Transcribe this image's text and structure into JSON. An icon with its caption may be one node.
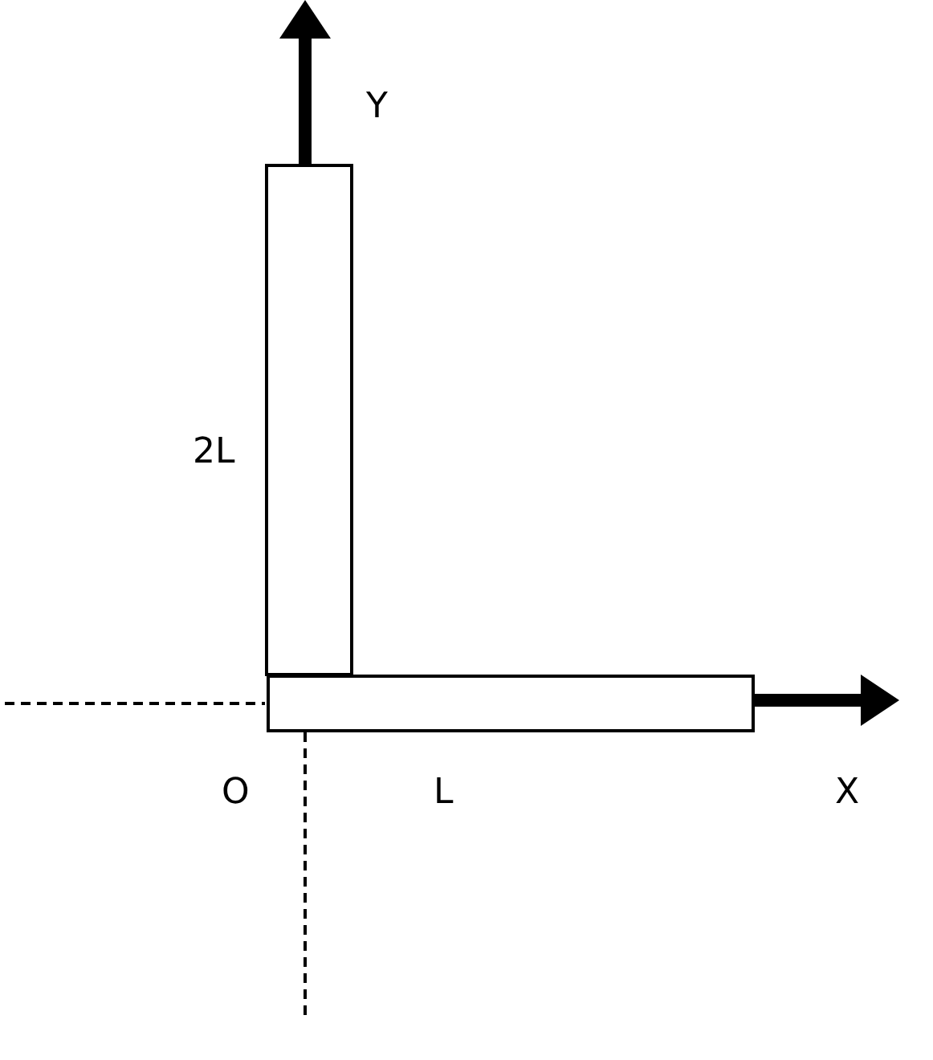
{
  "diagram": {
    "labels": [
      "Y",
      "2L",
      "O",
      "L",
      "X"
    ]
  }
}
